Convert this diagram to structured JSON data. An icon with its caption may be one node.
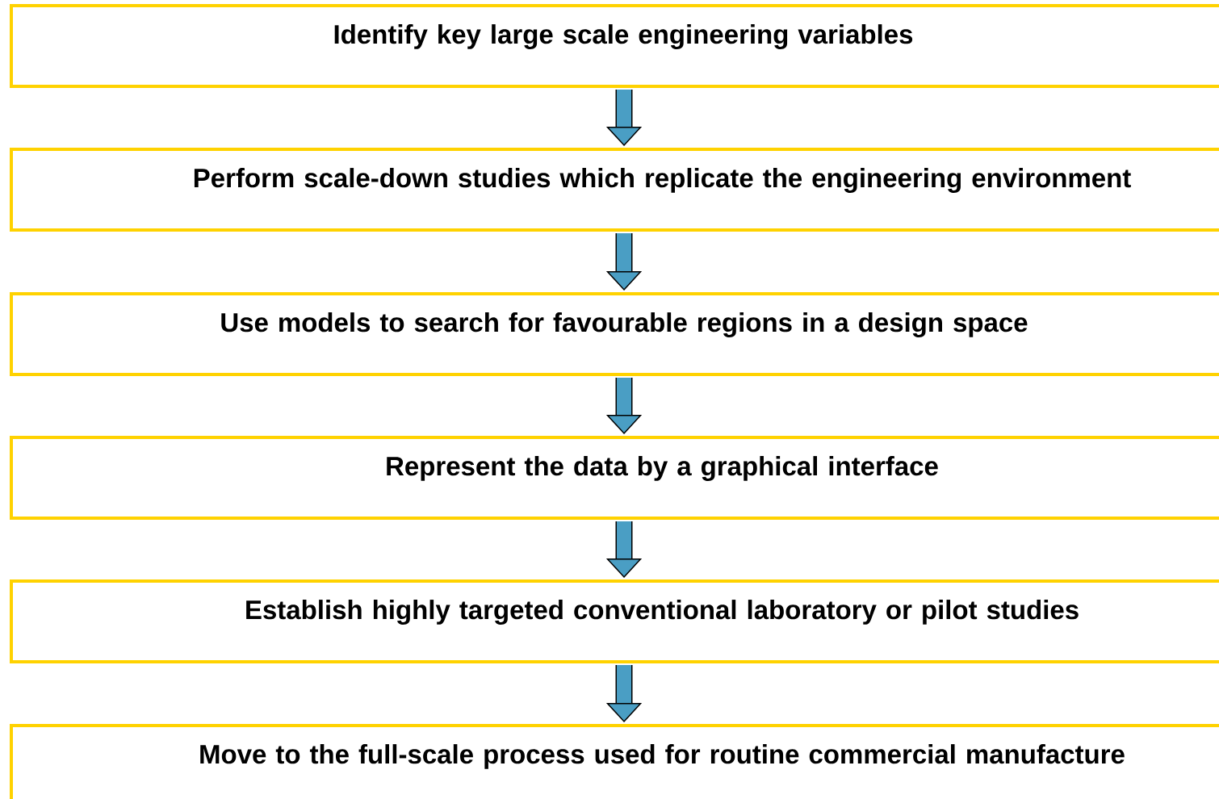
{
  "diagram": {
    "nodes": [
      {
        "text": [
          "Identify key large scale engineering variables"
        ]
      },
      {
        "text": [
          "Perform scale-down studies which replicate the engineering environment"
        ]
      },
      {
        "text": [
          "Use models to search for favourable regions in a design space"
        ]
      },
      {
        "text": [
          "Represent the data by a graphical interface"
        ]
      },
      {
        "text": [
          "Establish highly targeted conventional laboratory or pilot studies"
        ]
      },
      {
        "text": [
          "Move to the full-scale process used for routine commercial manufacture"
        ]
      }
    ],
    "edges": [
      {
        "from": 0,
        "to": 1,
        "arrow": "to"
      },
      {
        "from": 1,
        "to": 2,
        "arrow": "to"
      },
      {
        "from": 2,
        "to": 3,
        "arrow": "to"
      },
      {
        "from": 3,
        "to": 4,
        "arrow": "to"
      },
      {
        "from": 4,
        "to": 5,
        "arrow": "to"
      }
    ]
  }
}
